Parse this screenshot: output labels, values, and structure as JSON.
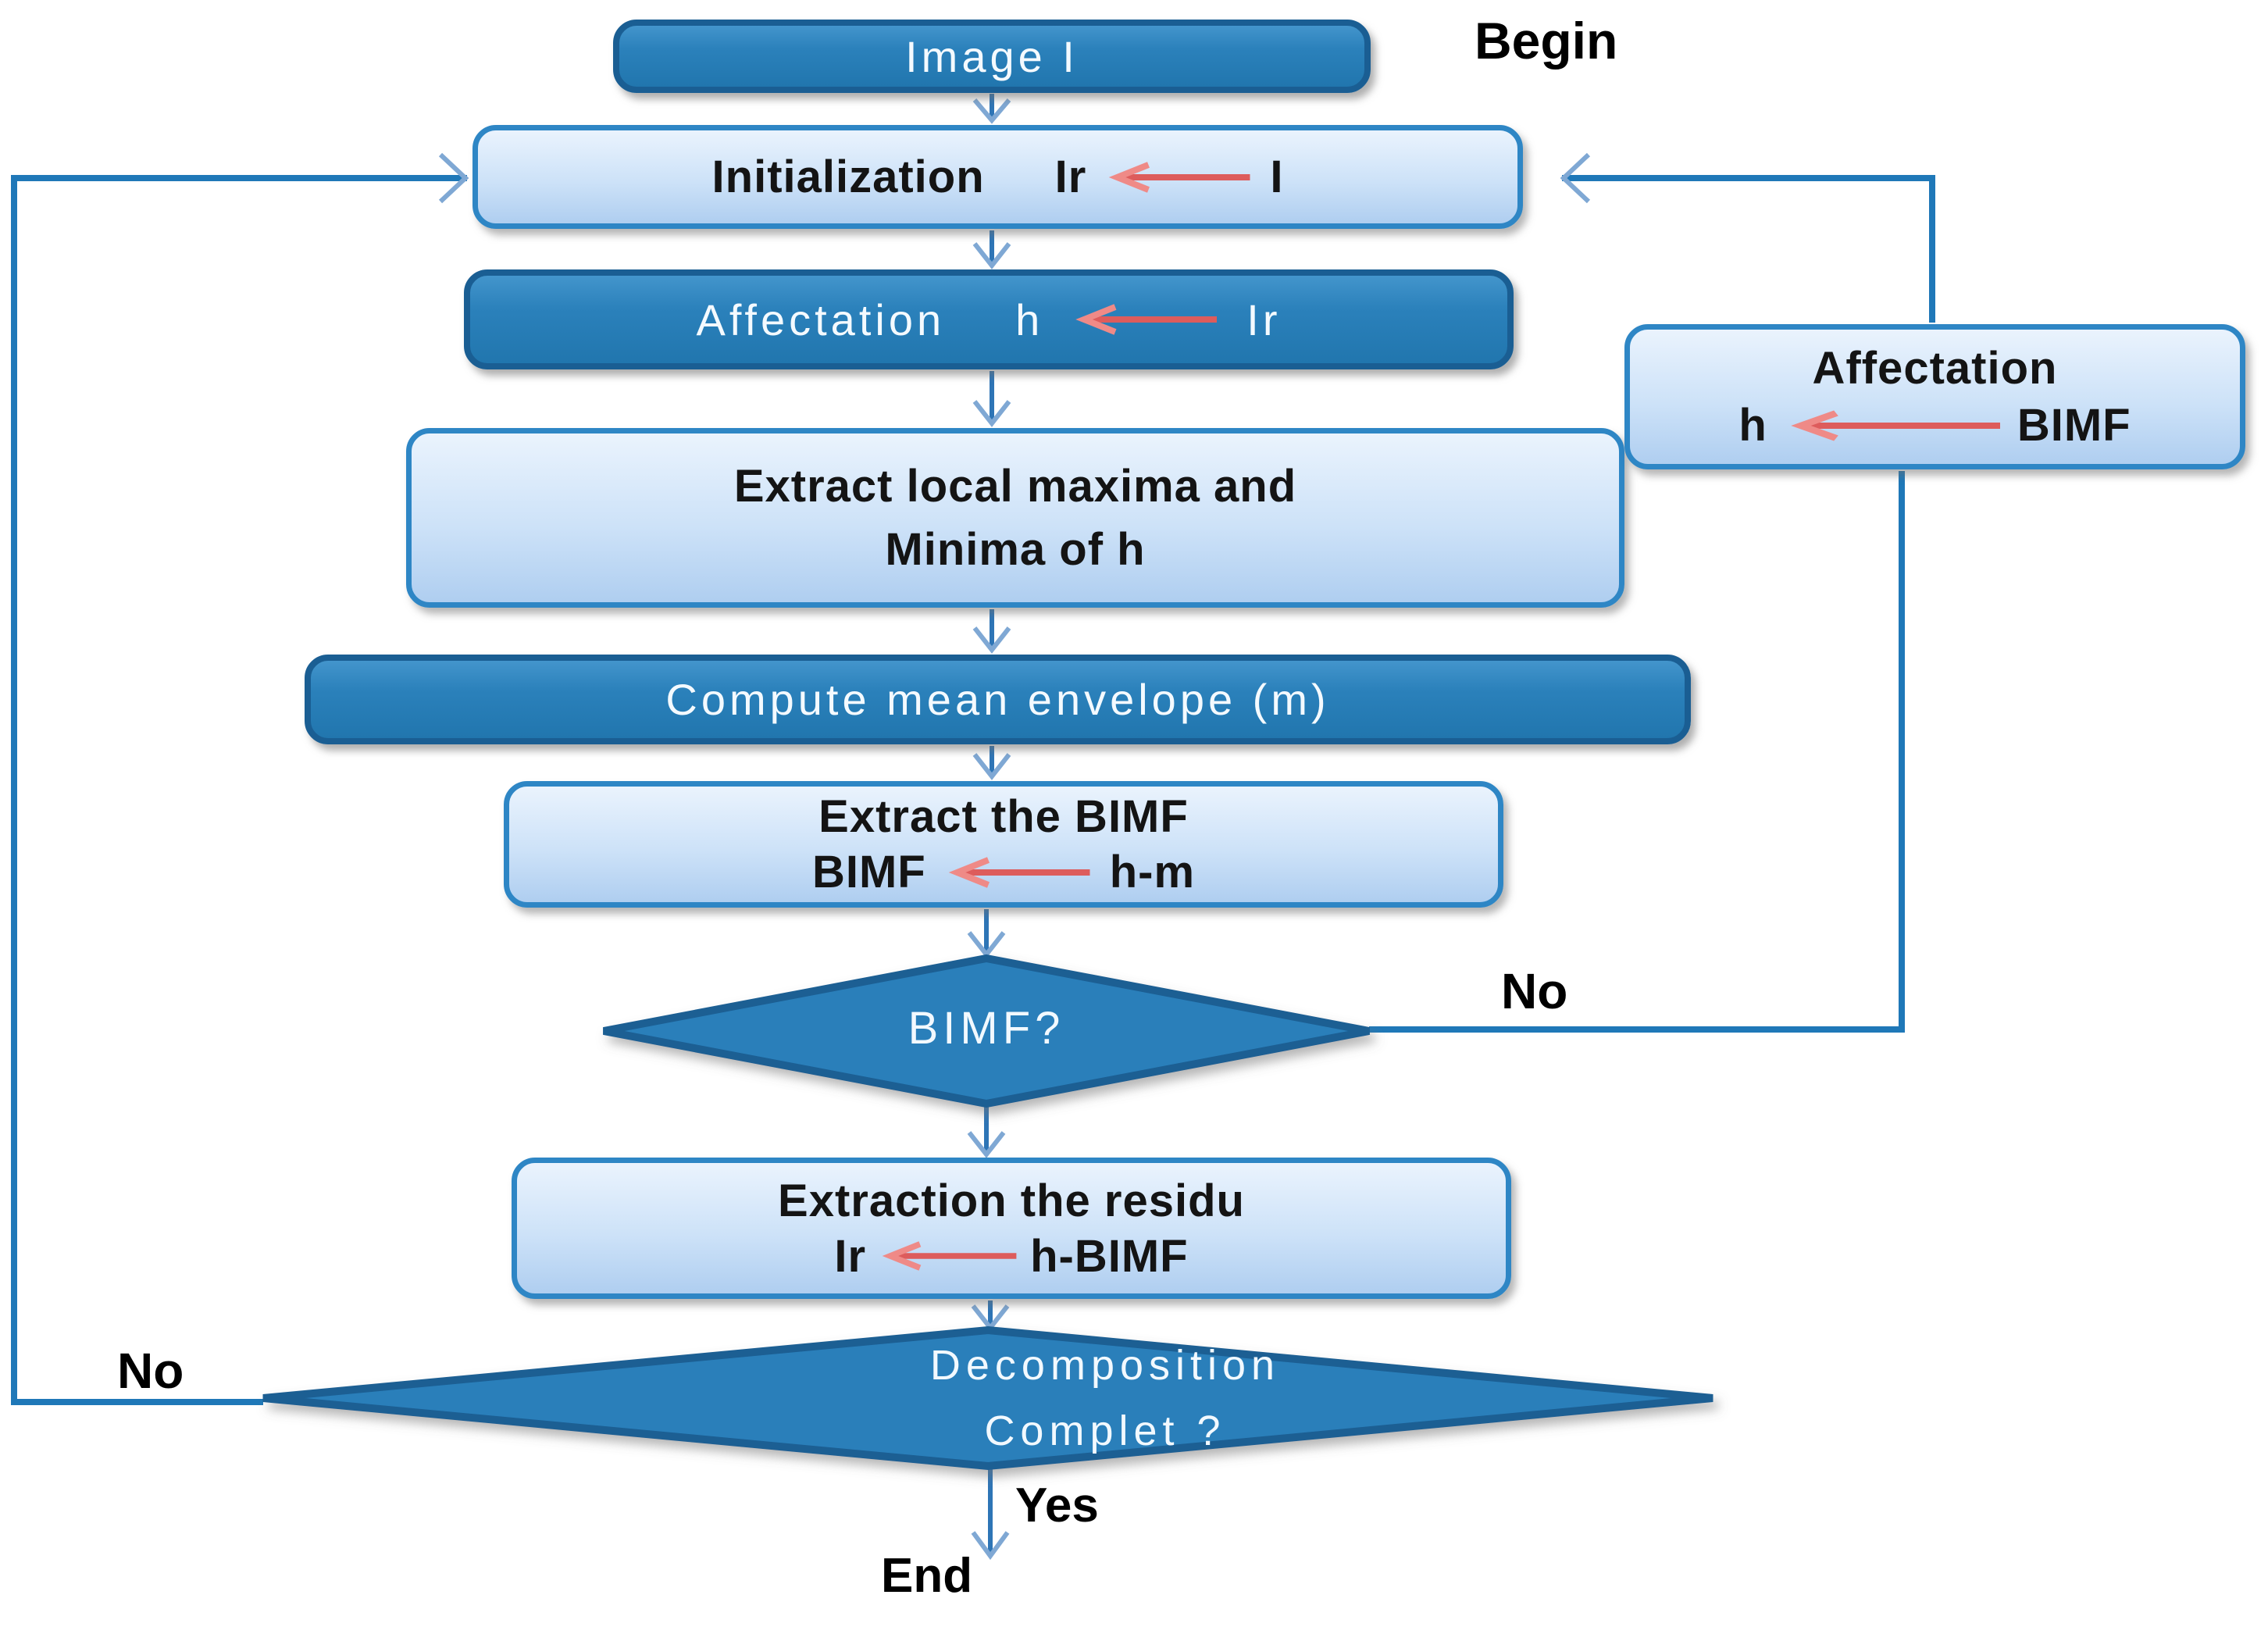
{
  "diagram": {
    "flow_labels": {
      "begin": "Begin",
      "end": "End",
      "yes": "Yes",
      "no_bimf_branch": "No",
      "no_decomposition_branch": "No"
    },
    "nodes": {
      "image": {
        "type": "process-dark",
        "text": "Image I"
      },
      "initialization": {
        "type": "process-light",
        "label": "Initialization",
        "target": "Ir",
        "source": "I"
      },
      "affectation_h_ir": {
        "type": "process-dark",
        "label": "Affectation",
        "target": "h",
        "source": "Ir"
      },
      "extract_extrema": {
        "type": "process-light",
        "line1": "Extract local maxima and",
        "line2": "Minima of h"
      },
      "compute_mean_envelope": {
        "type": "process-dark",
        "text": "Compute  mean envelope (m)"
      },
      "extract_bimf": {
        "type": "process-light",
        "line1": "Extract the BIMF",
        "target": "BIMF",
        "source": "h-m"
      },
      "bimf_decision": {
        "type": "decision",
        "text": "BIMF?"
      },
      "affectation_h_bimf": {
        "type": "process-light",
        "label": "Affectation",
        "target": "h",
        "source": "BIMF"
      },
      "extraction_residu": {
        "type": "process-light",
        "line1": "Extraction the residu",
        "target": "Ir",
        "source": "h-BIMF"
      },
      "decomposition_decision": {
        "type": "decision",
        "line1": "Decomposition",
        "line2": "Complet ?"
      }
    },
    "colors": {
      "process_dark_fill": "#2B81BB",
      "process_dark_border": "#1A5E93",
      "process_light_fill": "#CDE2F8",
      "process_light_border": "#2E86C5",
      "decision_fill": "#2B7FBA",
      "decision_border": "#1A5E93",
      "connector_blue": "#2E75B6",
      "connector_chevron": "#7FA8D4",
      "assignment_arrow_red": "#DD5C5C",
      "label_text": "#000000"
    }
  }
}
